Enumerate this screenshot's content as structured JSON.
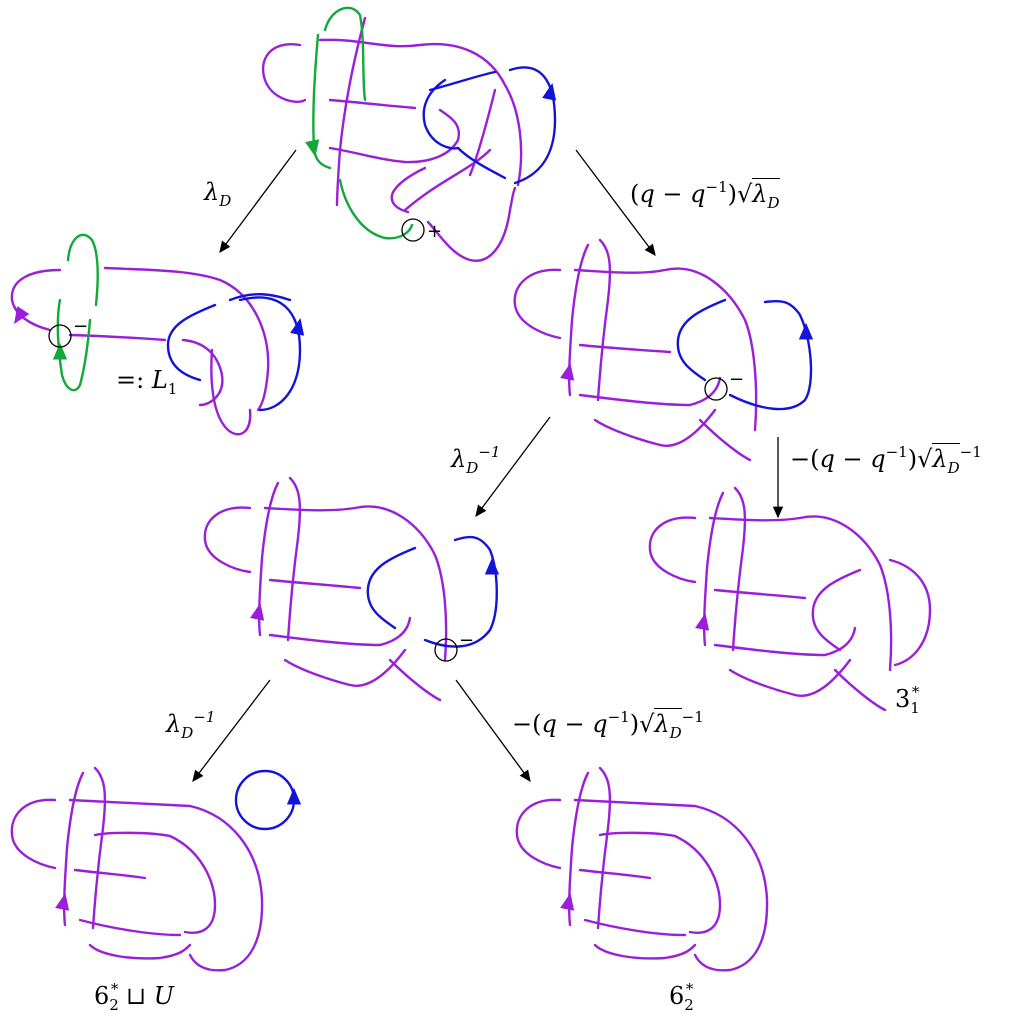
{
  "colors": {
    "strand_main": "#9a1fd9",
    "strand_blue": "#1414d8",
    "strand_green": "#13a83a",
    "arrow": "#000000"
  },
  "edge_labels": {
    "top_left": "λD",
    "top_right": "(q − q−1)√λD",
    "mid_left": "λD−1",
    "mid_right": "−(q − q−1)√λD−1",
    "bottom_left": "λD−1",
    "bottom_right": "−(q − q−1)√λD−1"
  },
  "node_labels": {
    "l1": "=: L1",
    "trefoil": "3*1",
    "six_two_union": "6*2 ⊔ U",
    "six_two": "6*2"
  },
  "crossing_signs": {
    "top": "+",
    "l1": "−",
    "right": "−",
    "middle": "−"
  }
}
